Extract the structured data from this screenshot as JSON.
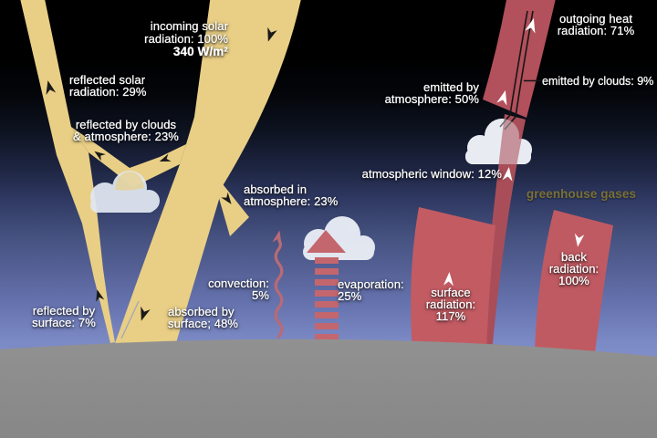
{
  "labels": {
    "incoming_solar": {
      "line1": "incoming solar",
      "line2": "radiation: 100%",
      "line3": "340 W/m²"
    },
    "reflected_solar": {
      "line1": "reflected solar",
      "line2": "radiation: 29%"
    },
    "reflected_clouds": {
      "line1": "reflected by clouds",
      "line2": "& atmosphere: 23%"
    },
    "absorbed_atmosphere": {
      "line1": "absorbed in",
      "line2": "atmosphere: 23%"
    },
    "emitted_atmosphere": {
      "line1": "emitted by",
      "line2": "atmosphere: 50%"
    },
    "outgoing_heat": {
      "line1": "outgoing heat",
      "line2": "radiation: 71%"
    },
    "emitted_clouds": {
      "line1": "emitted by clouds: 9%"
    },
    "atmospheric_window": {
      "line1": "atmospheric window: 12%"
    },
    "greenhouse_gases": {
      "line1": "greenhouse gases"
    },
    "back_radiation": {
      "line1": "back",
      "line2": "radiation:",
      "line3": "100%"
    },
    "surface_radiation": {
      "line1": "surface",
      "line2": "radiation:",
      "line3": "117%"
    },
    "evaporation": {
      "line1": "evaporation:",
      "line2": "25%"
    },
    "convection": {
      "line1": "convection:",
      "line2": "5%"
    },
    "reflected_surface": {
      "line1": "reflected by",
      "line2": "surface: 7%"
    },
    "absorbed_surface": {
      "line1": "absorbed by",
      "line2": "surface; 48%"
    }
  },
  "colors": {
    "solar_beam": "#e9cf85",
    "surface_radiation_beam": "#c35b63",
    "back_radiation_beam": "#c05a62",
    "outgoing_heat_beam": "#b2505b",
    "atmospheric_window_beam": "#a94e58",
    "evaporation_arrow": "#c4666d",
    "convection_wave": "#b96a74",
    "sky_top": "#000000",
    "sky_horizon": "#7d8bc7",
    "ground": "#8b8b8b",
    "cloud": "#e9edf5",
    "greenhouse_text": "#7a7036"
  }
}
